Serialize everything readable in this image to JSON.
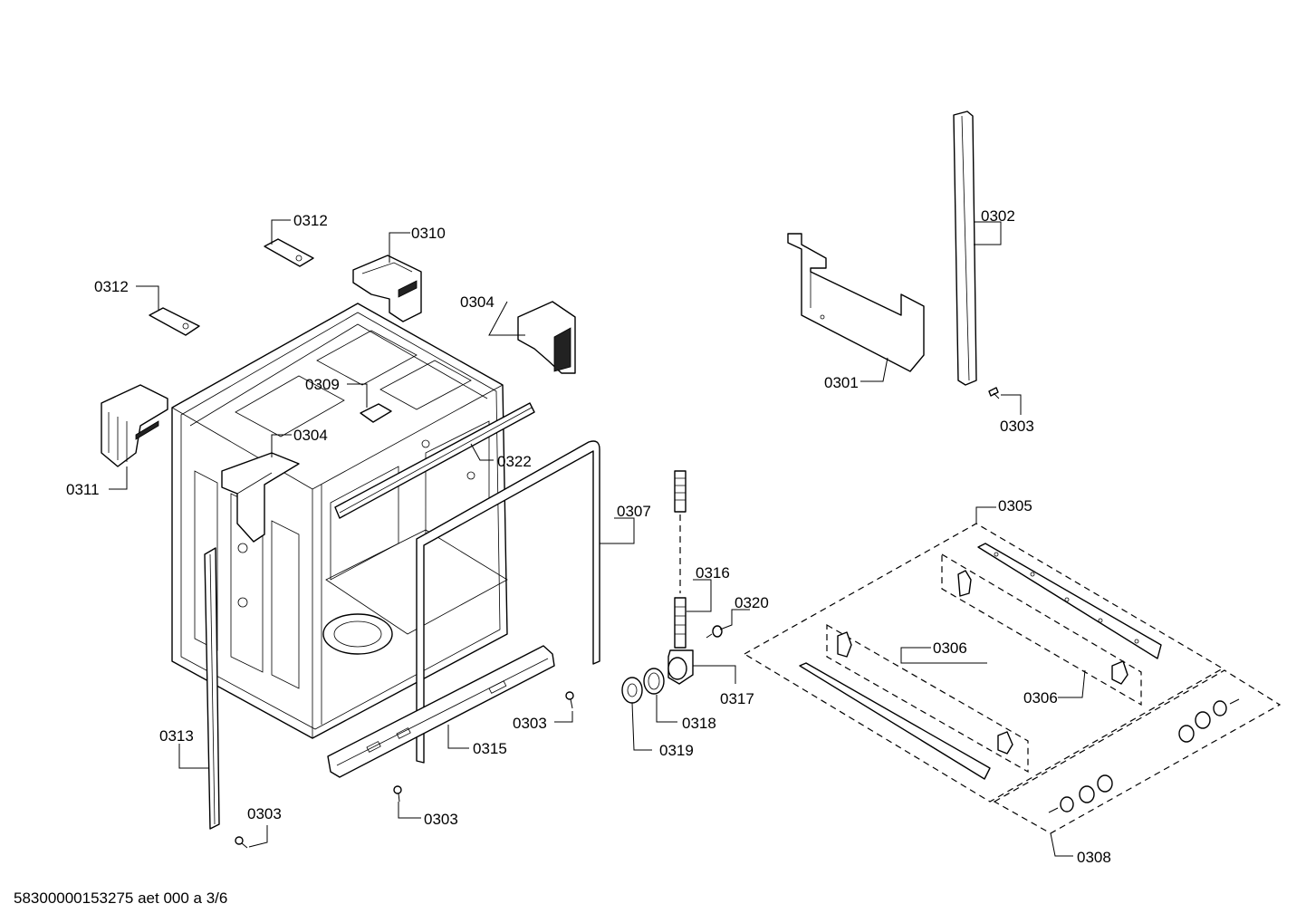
{
  "labels": {
    "p0301": "0301",
    "p0302": "0302",
    "p0303_a": "0303",
    "p0303_b": "0303",
    "p0303_c": "0303",
    "p0303_d": "0303",
    "p0304_a": "0304",
    "p0304_b": "0304",
    "p0305": "0305",
    "p0306_a": "0306",
    "p0306_b": "0306",
    "p0307": "0307",
    "p0308": "0308",
    "p0309": "0309",
    "p0310": "0310",
    "p0311": "0311",
    "p0312_a": "0312",
    "p0312_b": "0312",
    "p0313": "0313",
    "p0315": "0315",
    "p0316": "0316",
    "p0317": "0317",
    "p0318": "0318",
    "p0319": "0319",
    "p0320": "0320",
    "p0322": "0322"
  },
  "footer": "58300000153275 aet 000 a 3/6"
}
